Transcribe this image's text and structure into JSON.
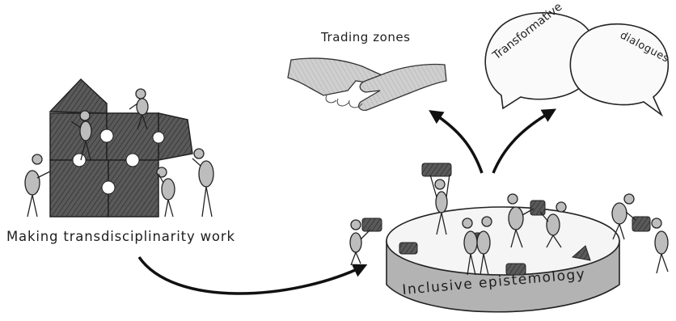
{
  "labels": {
    "making": "Making transdisciplinarity work",
    "trading": "Trading zones",
    "transformative": "Transformative",
    "dialogues": "dialogues",
    "inclusive": "Inclusive epistemology"
  }
}
